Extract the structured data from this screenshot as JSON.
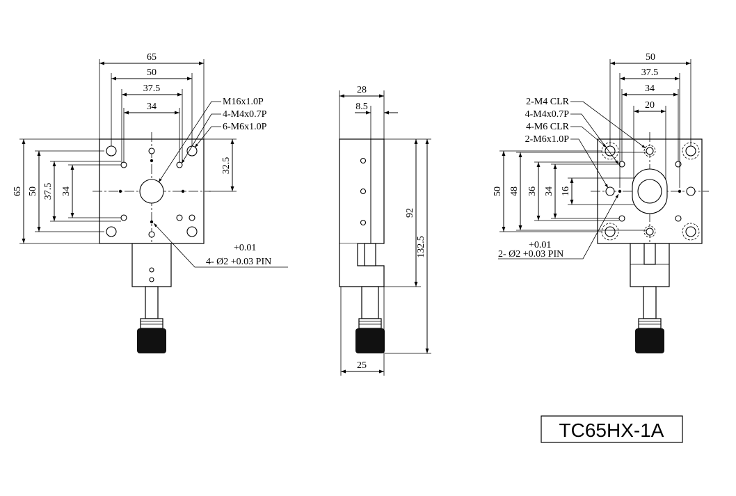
{
  "part_number": "TC65HX-1A",
  "front_view": {
    "dim_width_total": "65",
    "dim_width_50": "50",
    "dim_width_37_5": "37.5",
    "dim_width_34": "34",
    "dim_height_65": "65",
    "dim_height_50": "50",
    "dim_height_37_5": "37.5",
    "dim_height_34": "34",
    "dim_offset_32_5": "32.5",
    "callout_m16": "M16x1.0P",
    "callout_m4": "4-M4x0.7P",
    "callout_m6": "6-M6x1.0P",
    "pin_tol": "+0.01",
    "pin_spec": "4- Ø2 +0.03 PIN"
  },
  "side_view": {
    "dim_28": "28",
    "dim_8_5": "8.5",
    "dim_92": "92",
    "dim_132_5": "132.5",
    "dim_25": "25"
  },
  "rear_view": {
    "dim_50": "50",
    "dim_37_5": "37.5",
    "dim_34": "34",
    "dim_20": "20",
    "dim_h_50": "50",
    "dim_h_48": "48",
    "dim_h_36": "36",
    "dim_h_34": "34",
    "dim_h_16": "16",
    "callout_m4_clr": "2-M4 CLR",
    "callout_m4": "4-M4x0.7P",
    "callout_m6_clr": "4-M6 CLR",
    "callout_m6": "2-M6x1.0P",
    "pin_tol": "+0.01",
    "pin_spec": "2- Ø2 +0.03 PIN"
  }
}
